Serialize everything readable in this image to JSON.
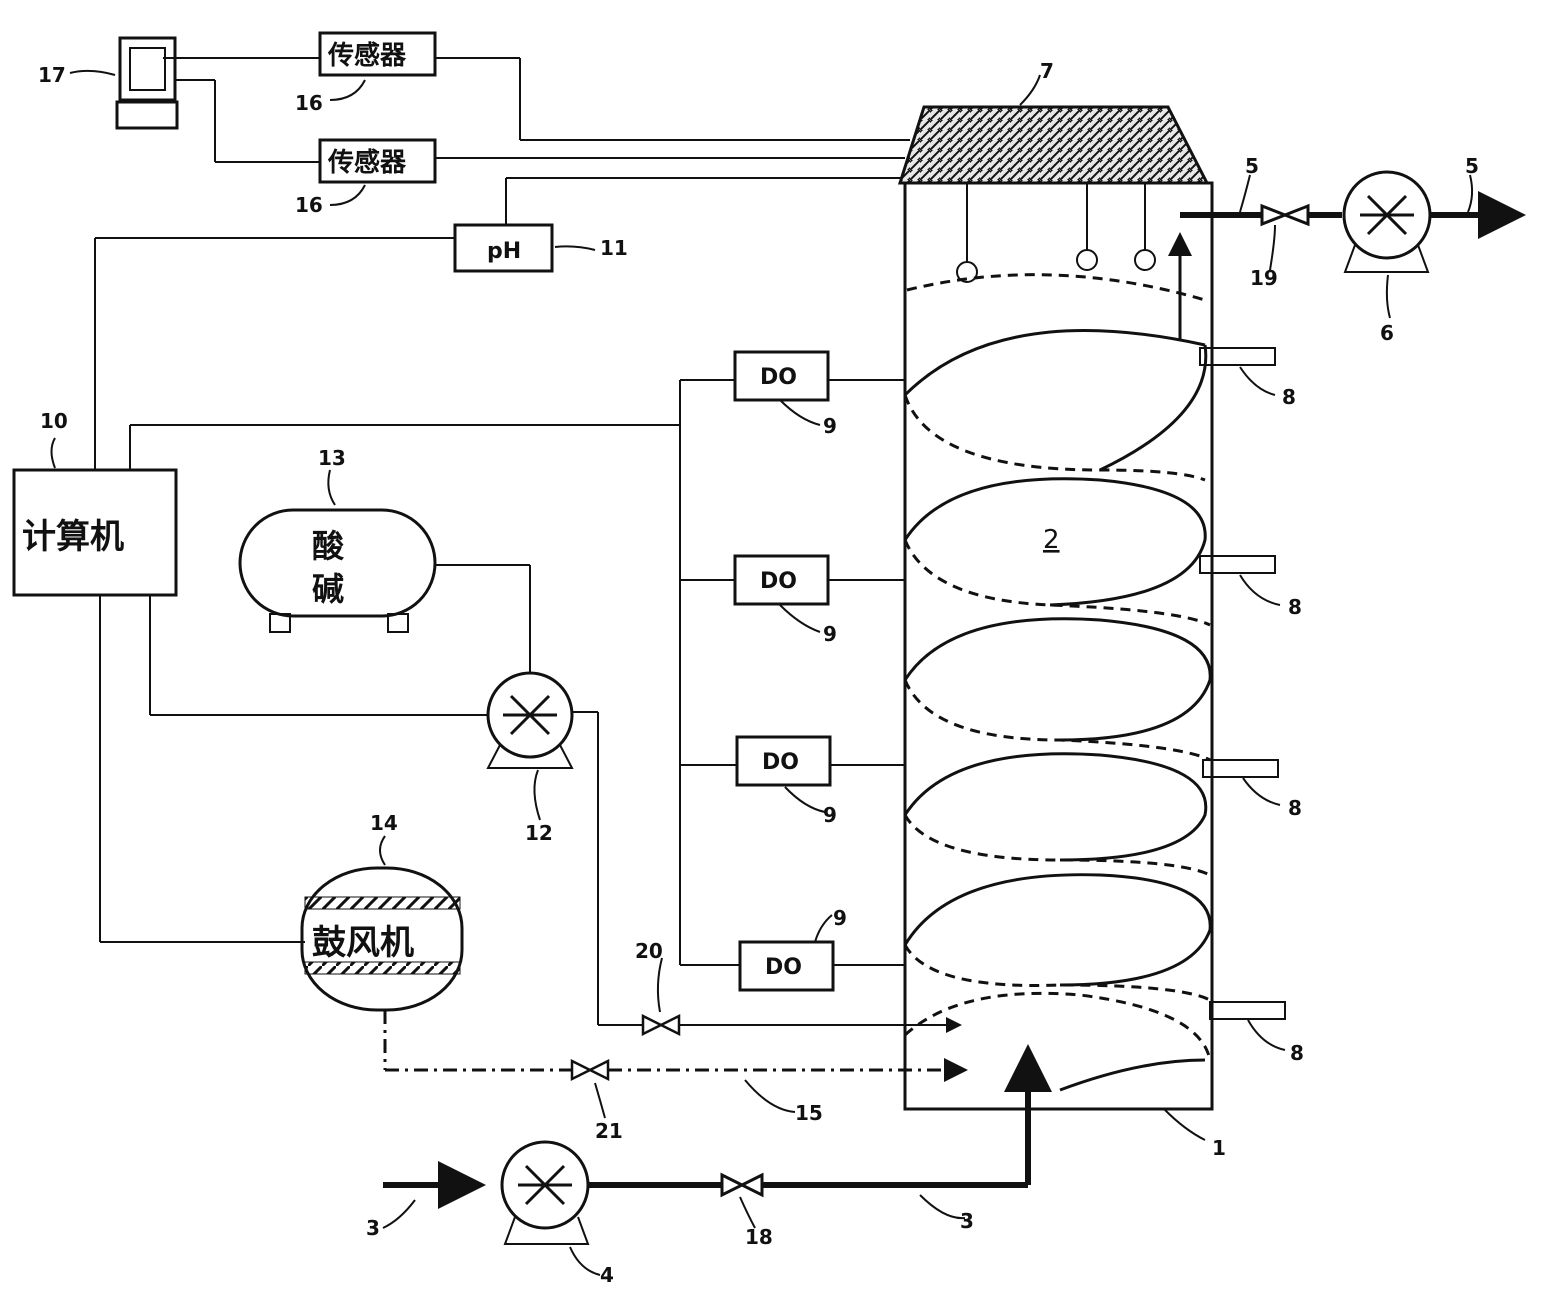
{
  "labels": {
    "computer": "计算机",
    "sensor_top": "传感器",
    "sensor_bottom": "传感器",
    "ph": "pH",
    "acid_base_line1": "酸",
    "acid_base_line2": "碱",
    "blower": "鼓风机",
    "do_1": "DO",
    "do_2": "DO",
    "do_3": "DO",
    "do_4": "DO",
    "reactor_inner": "2"
  },
  "ref_numbers": {
    "n1": "1",
    "n3_in": "3",
    "n3_pipe": "3",
    "n4": "4",
    "n5_a": "5",
    "n5_b": "5",
    "n6": "6",
    "n7": "7",
    "n8_a": "8",
    "n8_b": "8",
    "n8_c": "8",
    "n8_d": "8",
    "n9_a": "9",
    "n9_b": "9",
    "n9_c": "9",
    "n9_d": "9",
    "n10": "10",
    "n11": "11",
    "n12": "12",
    "n13": "13",
    "n14": "14",
    "n15": "15",
    "n16_a": "16",
    "n16_b": "16",
    "n17": "17",
    "n18": "18",
    "n19": "19",
    "n20": "20",
    "n21": "21"
  }
}
